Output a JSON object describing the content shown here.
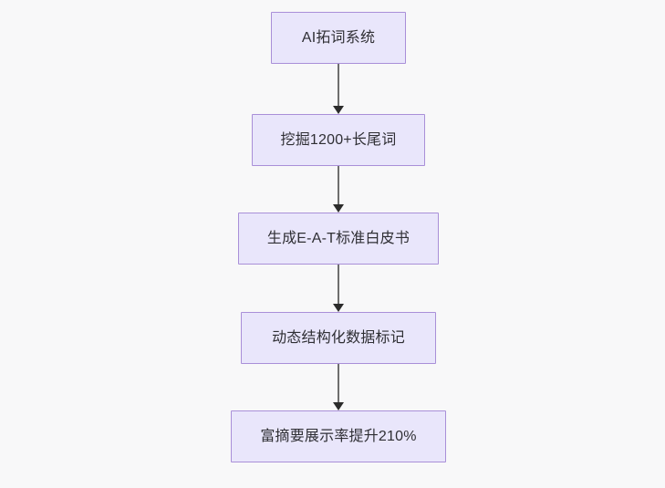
{
  "diagram": {
    "title": "AI SEO content pipeline flowchart",
    "orientation": "top-to-bottom",
    "background_color": "#f8f8f9",
    "node_fill_color": "#e9e6fb",
    "node_border_color": "#a98fd8",
    "node_text_color": "#2f2f34",
    "edge_line_color": "#6e6e6e",
    "edge_arrow_color": "#2b2b2b",
    "nodes": [
      {
        "id": "n1",
        "label": "AI拓词系统"
      },
      {
        "id": "n2",
        "label": "挖掘1200+长尾词"
      },
      {
        "id": "n3",
        "label": "生成E-A-T标准白皮书"
      },
      {
        "id": "n4",
        "label": "动态结构化数据标记"
      },
      {
        "id": "n5",
        "label": "富摘要展示率提升210%"
      }
    ],
    "edges": [
      {
        "id": "e1",
        "from": "n1",
        "to": "n2",
        "label": ""
      },
      {
        "id": "e2",
        "from": "n2",
        "to": "n3",
        "label": ""
      },
      {
        "id": "e3",
        "from": "n3",
        "to": "n4",
        "label": ""
      },
      {
        "id": "e4",
        "from": "n4",
        "to": "n5",
        "label": ""
      }
    ]
  }
}
